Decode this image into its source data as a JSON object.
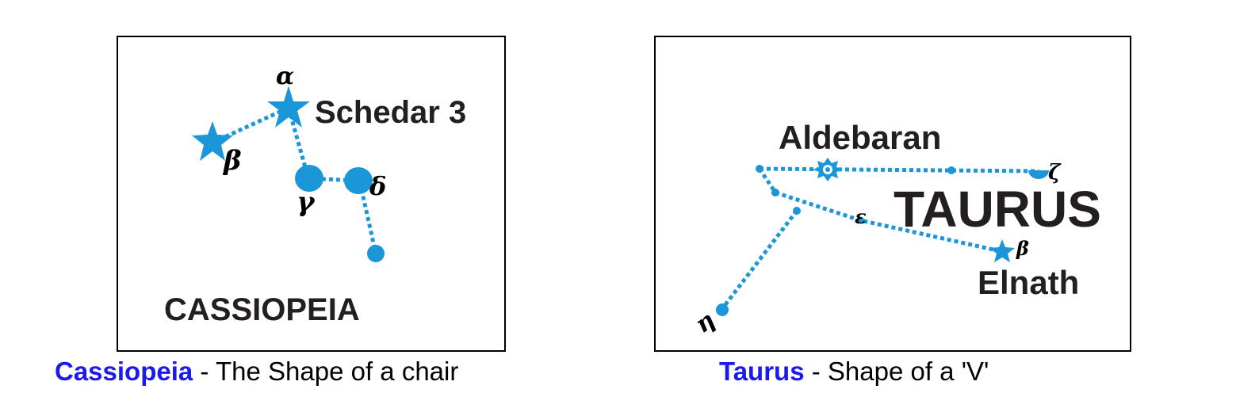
{
  "colors": {
    "star": "#1b96d8",
    "caption_name": "#1a1aee",
    "text": "#231f20"
  },
  "cassiopeia": {
    "title": "CASSIOPEIA",
    "star_label": "Schedar 3",
    "greek": {
      "alpha": "α",
      "beta": "β",
      "gamma": "γ",
      "delta": "δ"
    },
    "caption_name": "Cassiopeia",
    "caption_text": " - The Shape of a chair"
  },
  "taurus": {
    "title": "TAURUS",
    "labels": {
      "aldebaran": "Aldebaran",
      "elnath": "Elnath"
    },
    "greek": {
      "eta": "η",
      "epsilon": "ε",
      "zeta": "ζ",
      "beta": "β"
    },
    "caption_name": "Taurus",
    "caption_text": " - Shape of a 'V'"
  }
}
